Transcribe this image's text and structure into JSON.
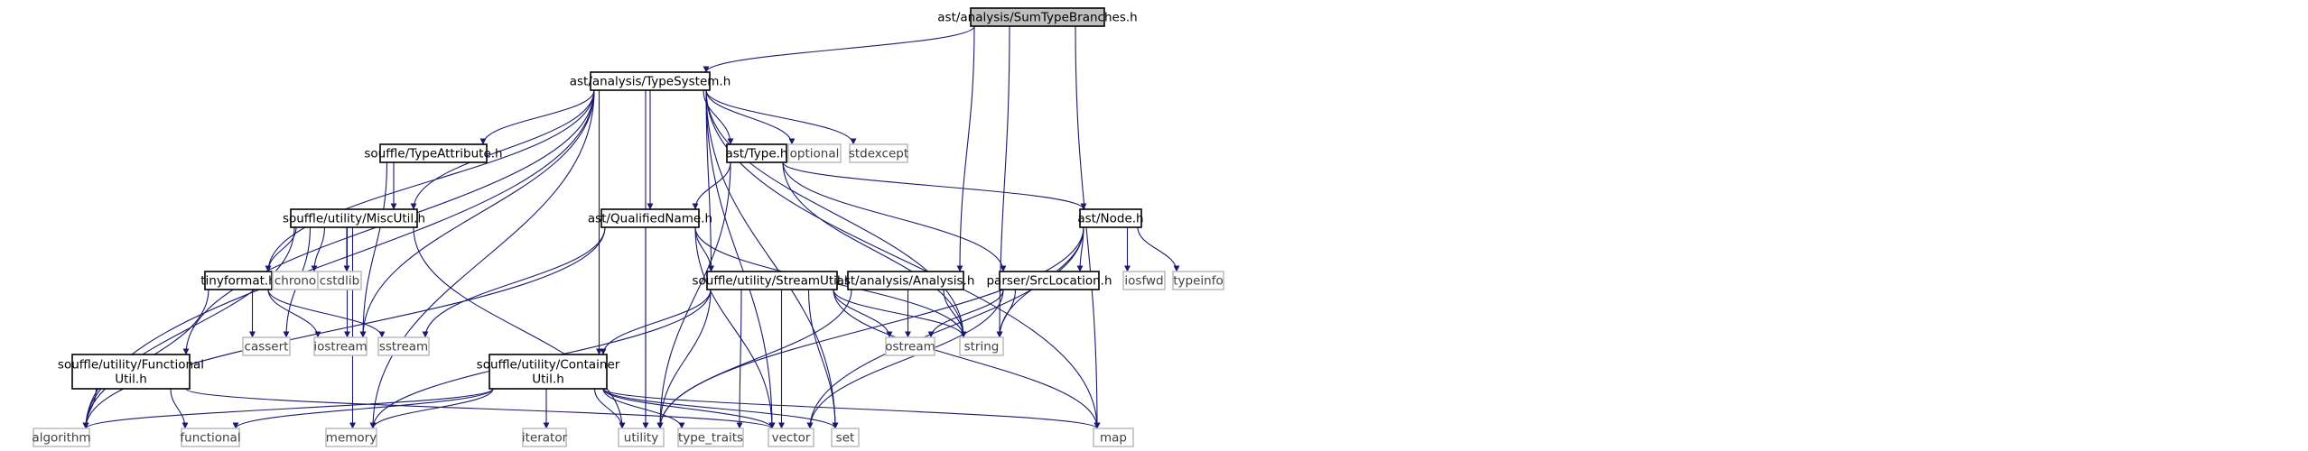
{
  "colors": {
    "edge": "#191970",
    "file_fill": "#ffffff",
    "file_stroke": "#000000",
    "root_fill": "#bfbfbf",
    "root_stroke": "#000000",
    "external_stroke": "#bfbfbf",
    "external_text": "#404040"
  },
  "graph": {
    "nodes": [
      {
        "id": "root",
        "label": "ast/analysis/SumTypeBranches.h",
        "kind": "root"
      },
      {
        "id": "typesystem",
        "label": "ast/analysis/TypeSystem.h",
        "kind": "file"
      },
      {
        "id": "typeattribute",
        "label": "souffle/TypeAttribute.h",
        "kind": "file"
      },
      {
        "id": "type",
        "label": "ast/Type.h",
        "kind": "file"
      },
      {
        "id": "optional",
        "label": "optional",
        "kind": "external"
      },
      {
        "id": "stdexcept",
        "label": "stdexcept",
        "kind": "external"
      },
      {
        "id": "miscutil",
        "label": "souffle/utility/MiscUtil.h",
        "kind": "file"
      },
      {
        "id": "qualifiedname",
        "label": "ast/QualifiedName.h",
        "kind": "file"
      },
      {
        "id": "node",
        "label": "ast/Node.h",
        "kind": "file"
      },
      {
        "id": "tinyformat",
        "label": "tinyformat.h",
        "kind": "file"
      },
      {
        "id": "chrono",
        "label": "chrono",
        "kind": "external"
      },
      {
        "id": "cstdlib",
        "label": "cstdlib",
        "kind": "external"
      },
      {
        "id": "streamutil",
        "label": "souffle/utility/StreamUtil.h",
        "kind": "file"
      },
      {
        "id": "analysis",
        "label": "ast/analysis/Analysis.h",
        "kind": "file"
      },
      {
        "id": "srclocation",
        "label": "parser/SrcLocation.h",
        "kind": "file"
      },
      {
        "id": "iosfwd",
        "label": "iosfwd",
        "kind": "external"
      },
      {
        "id": "typeinfo",
        "label": "typeinfo",
        "kind": "external"
      },
      {
        "id": "cassert",
        "label": "cassert",
        "kind": "external"
      },
      {
        "id": "iostream",
        "label": "iostream",
        "kind": "external"
      },
      {
        "id": "sstream",
        "label": "sstream",
        "kind": "external"
      },
      {
        "id": "ostream",
        "label": "ostream",
        "kind": "external"
      },
      {
        "id": "string",
        "label": "string",
        "kind": "external"
      },
      {
        "id": "functionalutil",
        "label": "souffle/utility/Functional\nUtil.h",
        "kind": "file"
      },
      {
        "id": "containerutil",
        "label": "souffle/utility/Container\nUtil.h",
        "kind": "file"
      },
      {
        "id": "algorithm",
        "label": "algorithm",
        "kind": "external"
      },
      {
        "id": "functional",
        "label": "functional",
        "kind": "external"
      },
      {
        "id": "memory",
        "label": "memory",
        "kind": "external"
      },
      {
        "id": "iterator",
        "label": "iterator",
        "kind": "external"
      },
      {
        "id": "utility",
        "label": "utility",
        "kind": "external"
      },
      {
        "id": "type_traits",
        "label": "type_traits",
        "kind": "external"
      },
      {
        "id": "vector",
        "label": "vector",
        "kind": "external"
      },
      {
        "id": "set",
        "label": "set",
        "kind": "external"
      },
      {
        "id": "map",
        "label": "map",
        "kind": "external"
      }
    ],
    "edges": [
      [
        "root",
        "typesystem"
      ],
      [
        "root",
        "analysis"
      ],
      [
        "root",
        "string"
      ],
      [
        "root",
        "map"
      ],
      [
        "typesystem",
        "typeattribute"
      ],
      [
        "typesystem",
        "type"
      ],
      [
        "typesystem",
        "optional"
      ],
      [
        "typesystem",
        "stdexcept"
      ],
      [
        "typesystem",
        "miscutil"
      ],
      [
        "typesystem",
        "qualifiedname"
      ],
      [
        "typesystem",
        "tinyformat"
      ],
      [
        "typesystem",
        "streamutil"
      ],
      [
        "typesystem",
        "functionalutil"
      ],
      [
        "typesystem",
        "containerutil"
      ],
      [
        "typesystem",
        "algorithm"
      ],
      [
        "typesystem",
        "memory"
      ],
      [
        "typesystem",
        "iostream"
      ],
      [
        "typesystem",
        "utility"
      ],
      [
        "typesystem",
        "string"
      ],
      [
        "typesystem",
        "vector"
      ],
      [
        "typesystem",
        "set"
      ],
      [
        "typesystem",
        "map"
      ],
      [
        "typeattribute",
        "miscutil"
      ],
      [
        "typeattribute",
        "iostream"
      ],
      [
        "type",
        "qualifiedname"
      ],
      [
        "type",
        "node"
      ],
      [
        "type",
        "srclocation"
      ],
      [
        "type",
        "string"
      ],
      [
        "type",
        "utility"
      ],
      [
        "miscutil",
        "tinyformat"
      ],
      [
        "miscutil",
        "chrono"
      ],
      [
        "miscutil",
        "cstdlib"
      ],
      [
        "miscutil",
        "iostream"
      ],
      [
        "miscutil",
        "cassert"
      ],
      [
        "miscutil",
        "algorithm"
      ],
      [
        "miscutil",
        "memory"
      ],
      [
        "miscutil",
        "utility"
      ],
      [
        "qualifiedname",
        "streamutil"
      ],
      [
        "qualifiedname",
        "sstream"
      ],
      [
        "qualifiedname",
        "string"
      ],
      [
        "qualifiedname",
        "utility"
      ],
      [
        "qualifiedname",
        "vector"
      ],
      [
        "qualifiedname",
        "algorithm"
      ],
      [
        "node",
        "srclocation"
      ],
      [
        "node",
        "iosfwd"
      ],
      [
        "node",
        "typeinfo"
      ],
      [
        "node",
        "string"
      ],
      [
        "node",
        "utility"
      ],
      [
        "node",
        "vector"
      ],
      [
        "tinyformat",
        "cassert"
      ],
      [
        "tinyformat",
        "iostream"
      ],
      [
        "tinyformat",
        "sstream"
      ],
      [
        "tinyformat",
        "algorithm"
      ],
      [
        "streamutil",
        "containerutil"
      ],
      [
        "streamutil",
        "ostream"
      ],
      [
        "streamutil",
        "string"
      ],
      [
        "streamutil",
        "utility"
      ],
      [
        "streamutil",
        "type_traits"
      ],
      [
        "streamutil",
        "vector"
      ],
      [
        "streamutil",
        "set"
      ],
      [
        "streamutil",
        "map"
      ],
      [
        "streamutil",
        "memory"
      ],
      [
        "analysis",
        "ostream"
      ],
      [
        "analysis",
        "string"
      ],
      [
        "analysis",
        "utility"
      ],
      [
        "srclocation",
        "ostream"
      ],
      [
        "srclocation",
        "string"
      ],
      [
        "srclocation",
        "vector"
      ],
      [
        "functionalutil",
        "algorithm"
      ],
      [
        "functionalutil",
        "functional"
      ],
      [
        "functionalutil",
        "vector"
      ],
      [
        "containerutil",
        "algorithm"
      ],
      [
        "containerutil",
        "functional"
      ],
      [
        "containerutil",
        "memory"
      ],
      [
        "containerutil",
        "iterator"
      ],
      [
        "containerutil",
        "utility"
      ],
      [
        "containerutil",
        "type_traits"
      ],
      [
        "containerutil",
        "vector"
      ],
      [
        "containerutil",
        "set"
      ],
      [
        "containerutil",
        "map"
      ]
    ]
  }
}
